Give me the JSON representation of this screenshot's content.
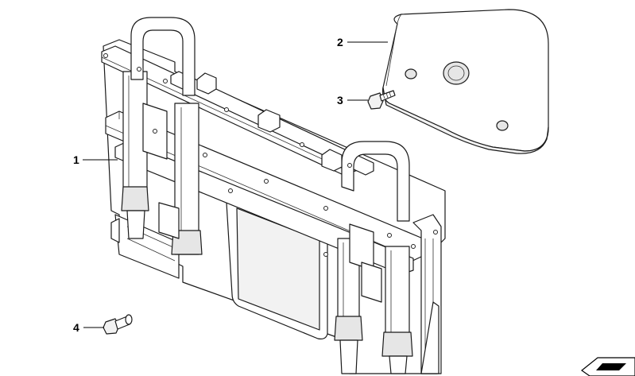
{
  "callouts": [
    {
      "id": "1",
      "label": "1",
      "part": "frame-assembly"
    },
    {
      "id": "2",
      "label": "2",
      "part": "cover"
    },
    {
      "id": "3",
      "label": "3",
      "part": "screw"
    },
    {
      "id": "4",
      "label": "4",
      "part": "bolt"
    }
  ],
  "icons": {
    "corner": "folded-sheet-icon"
  },
  "colors": {
    "line": "#1a1a1a",
    "background": "#ffffff",
    "shade": "#e6e6e6"
  }
}
